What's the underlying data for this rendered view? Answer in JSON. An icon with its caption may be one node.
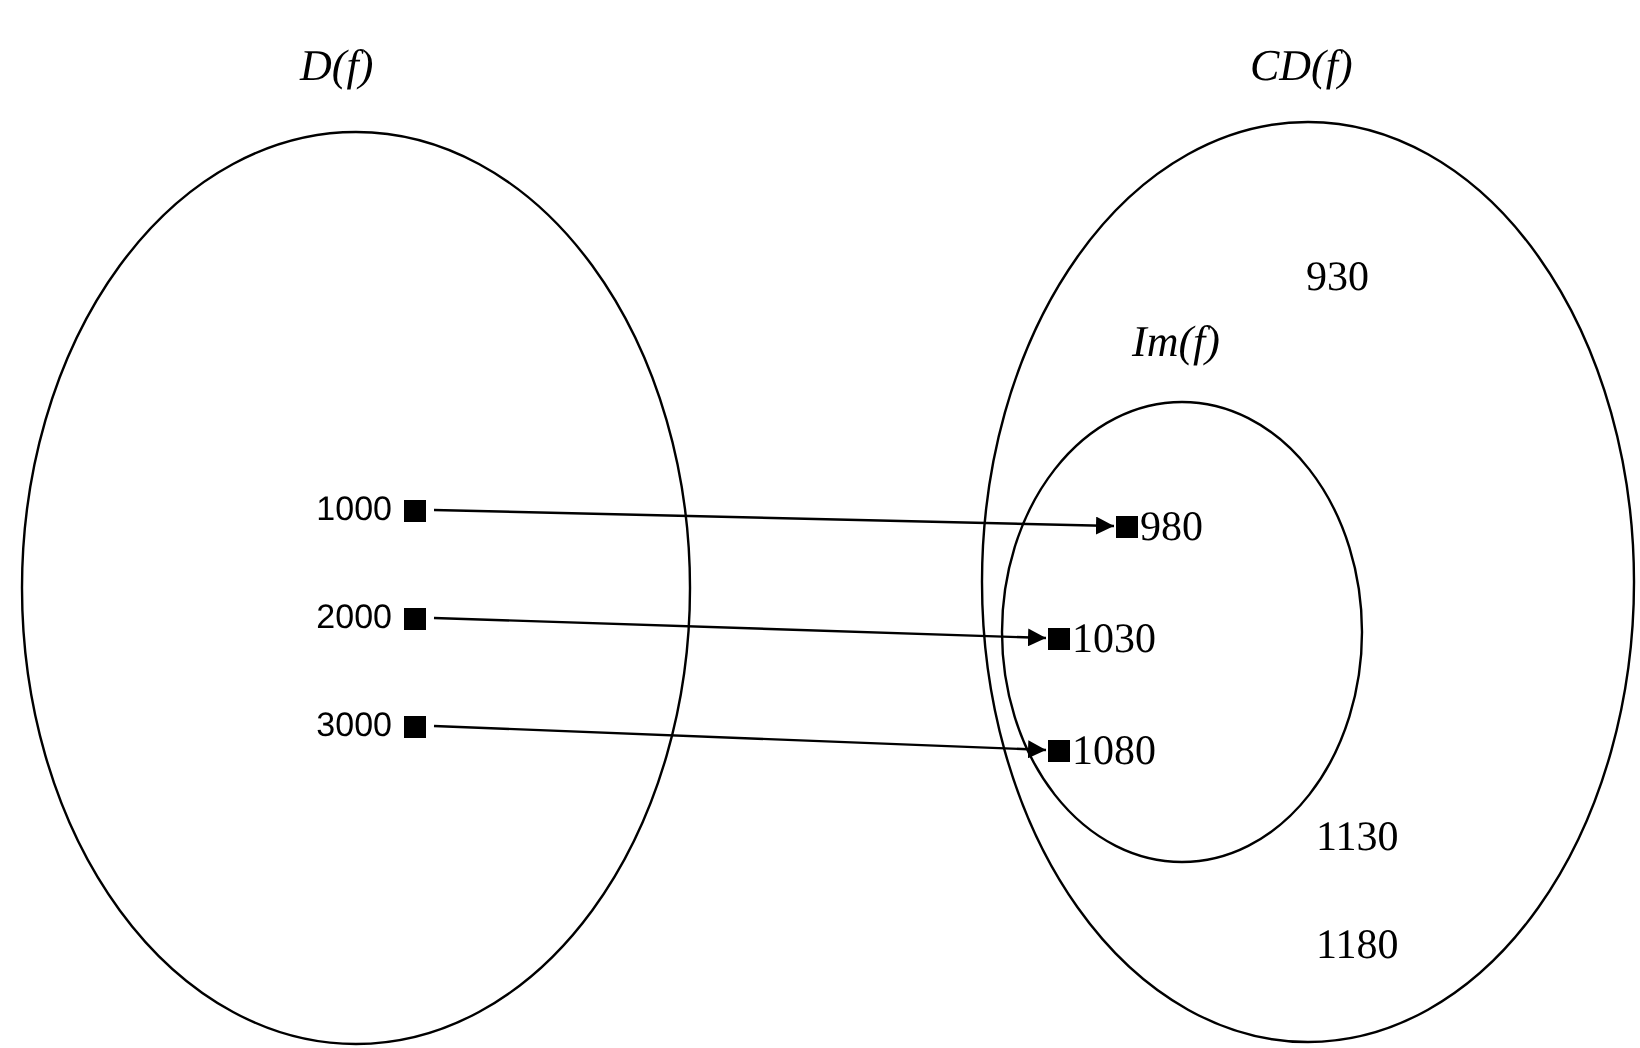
{
  "diagram": {
    "nodes": [
      {
        "text": [
          "D(f)"
        ]
      },
      {
        "text": [
          "CD(f)"
        ]
      },
      {
        "text": [
          "Im(f)"
        ],
        "in": 1
      },
      {
        "text": [
          "1000"
        ],
        "in": 0
      },
      {
        "text": [
          "2000"
        ],
        "in": 0
      },
      {
        "text": [
          "3000"
        ],
        "in": 0
      },
      {
        "text": [
          "930"
        ],
        "in": 1
      },
      {
        "text": [
          "980"
        ],
        "in": 2
      },
      {
        "text": [
          "1030"
        ],
        "in": 2
      },
      {
        "text": [
          "1080"
        ],
        "in": 2
      },
      {
        "text": [
          "1130"
        ],
        "in": 1
      },
      {
        "text": [
          "1180"
        ],
        "in": 1
      }
    ],
    "edges": [
      {
        "from": 3,
        "to": 7,
        "arrow": "to"
      },
      {
        "from": 4,
        "to": 8,
        "arrow": "to"
      },
      {
        "from": 5,
        "to": 9,
        "arrow": "to"
      }
    ]
  }
}
